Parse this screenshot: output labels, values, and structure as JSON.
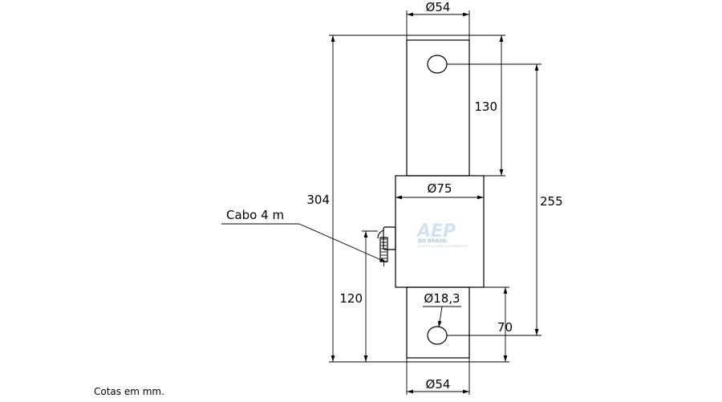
{
  "dimensions": {
    "top_diameter": "Ø54",
    "bottom_diameter": "Ø54",
    "body_diameter": "Ø75",
    "hole_diameter": "Ø18,3",
    "total_length": "304",
    "hole_spacing": "255",
    "upper_length": "130",
    "lower_length": "120",
    "hole_offset": "70"
  },
  "labels": {
    "cable": "Cabo 4 m",
    "units_note": "Cotas em mm."
  },
  "logo": {
    "main": "AEP",
    "sub": "DO BRASIL",
    "tagline": "ACESSÓRIOS PARA EQUIPAMENTOS"
  },
  "colors": {
    "line": "#000000",
    "logo": "#cfe3f2"
  }
}
